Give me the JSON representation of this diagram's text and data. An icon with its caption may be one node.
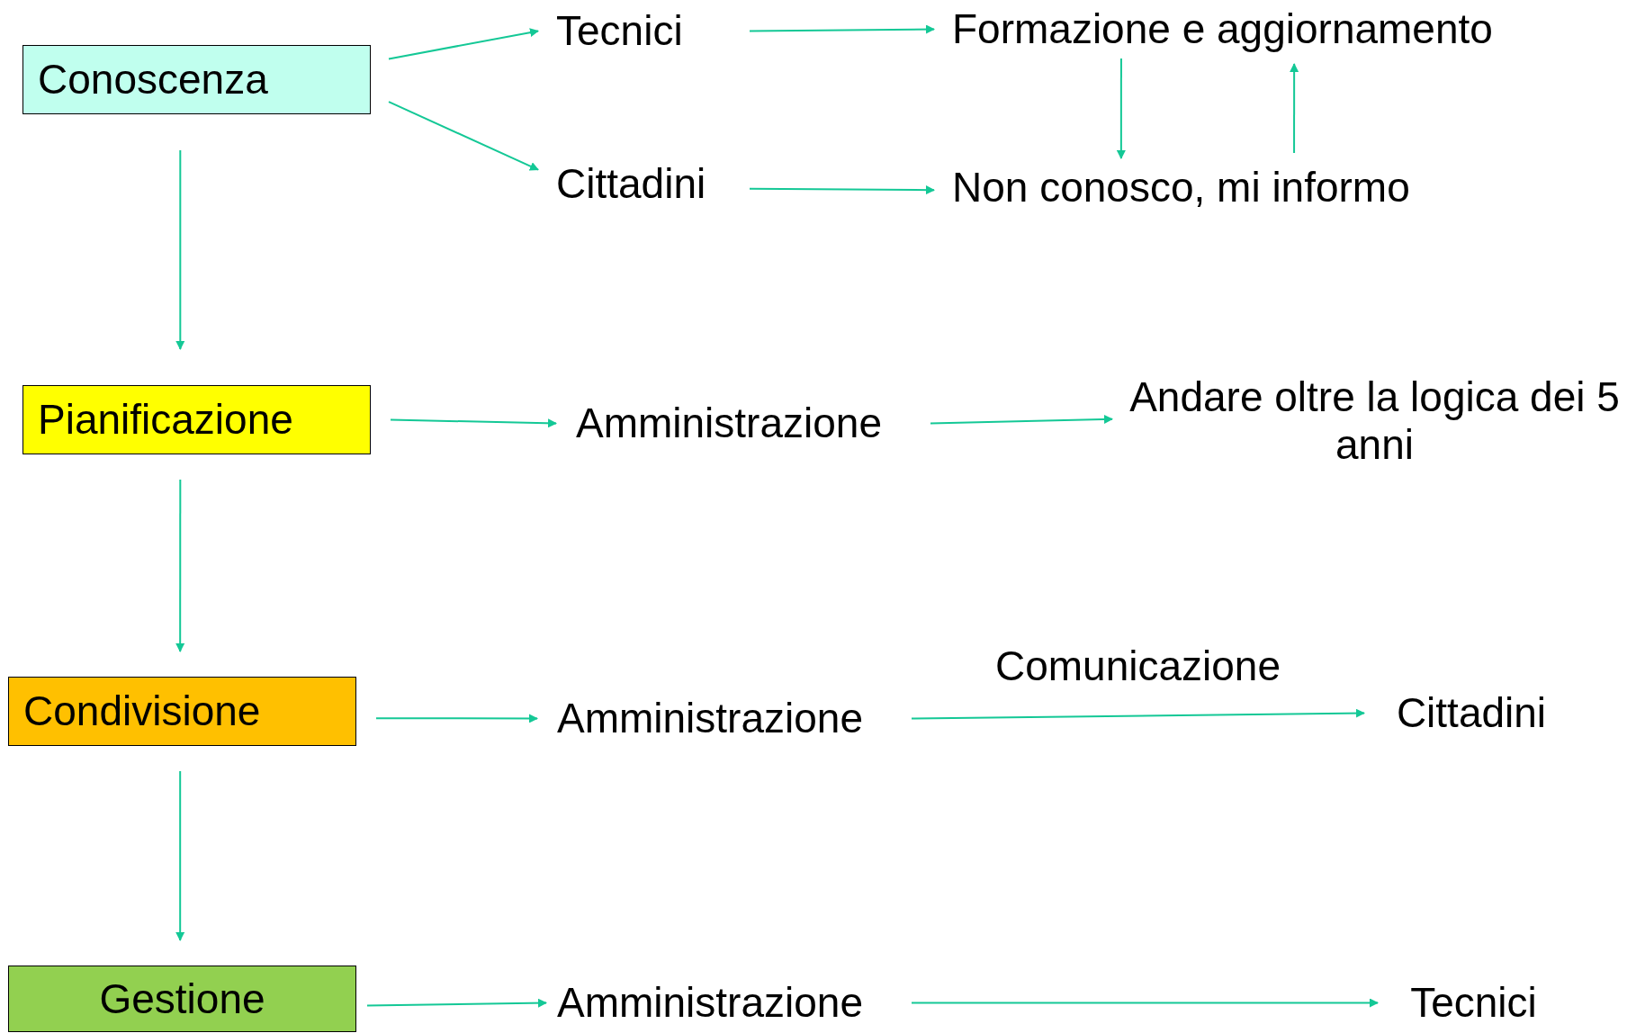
{
  "diagram": {
    "nodes": [
      {
        "text": [
          "Conoscenza"
        ]
      },
      {
        "text": [
          "Tecnici"
        ]
      },
      {
        "text": [
          "Cittadini"
        ]
      },
      {
        "text": [
          "Formazione e aggiornamento"
        ]
      },
      {
        "text": [
          "Non conosco, mi informo"
        ]
      },
      {
        "text": [
          "Pianificazione"
        ]
      },
      {
        "text": [
          "Amministrazione"
        ]
      },
      {
        "text": [
          "Andare oltre la logica dei 5 anni"
        ]
      },
      {
        "text": [
          "Condivisione"
        ]
      },
      {
        "text": [
          "Amministrazione"
        ]
      },
      {
        "text": [
          "Cittadini"
        ]
      },
      {
        "text": [
          "Gestione"
        ]
      },
      {
        "text": [
          "Amministrazione"
        ]
      },
      {
        "text": [
          "Tecnici"
        ]
      }
    ],
    "edges": [
      {
        "from": 0,
        "to": 1,
        "arrow": "to"
      },
      {
        "from": 0,
        "to": 2,
        "arrow": "to"
      },
      {
        "from": 1,
        "to": 3,
        "arrow": "to"
      },
      {
        "from": 2,
        "to": 4,
        "arrow": "to"
      },
      {
        "from": 3,
        "to": 4,
        "arrow": "to"
      },
      {
        "from": 4,
        "to": 3,
        "arrow": "to"
      },
      {
        "from": 0,
        "to": 5,
        "arrow": "to"
      },
      {
        "from": 5,
        "to": 6,
        "arrow": "to"
      },
      {
        "from": 6,
        "to": 7,
        "arrow": "to"
      },
      {
        "from": 5,
        "to": 8,
        "arrow": "to"
      },
      {
        "from": 8,
        "to": 9,
        "arrow": "to"
      },
      {
        "from": 9,
        "to": 10,
        "arrow": "to",
        "label": "Comunicazione"
      },
      {
        "from": 8,
        "to": 11,
        "arrow": "to"
      },
      {
        "from": 11,
        "to": 12,
        "arrow": "to"
      },
      {
        "from": 12,
        "to": 13,
        "arrow": "to"
      }
    ]
  }
}
